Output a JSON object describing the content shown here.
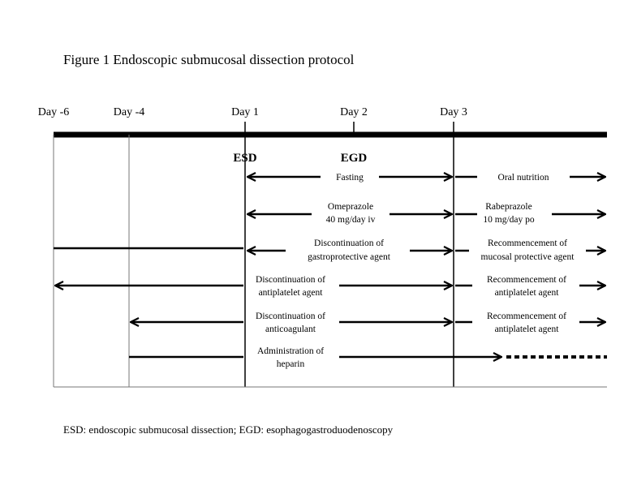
{
  "title": "Figure 1 Endoscopic submucosal dissection protocol",
  "footnote": "ESD: endoscopic submucosal dissection; EGD:  esophagogastroduodenoscopy",
  "days": [
    "Day -6",
    "Day -4",
    "Day 1",
    "Day 2",
    "Day 3"
  ],
  "events": {
    "esd": "ESD",
    "egd": "EGD"
  },
  "rows": [
    {
      "left": [
        "Fasting"
      ],
      "right": [
        "Oral nutrition"
      ]
    },
    {
      "left": [
        "Omeprazole",
        "40 mg/day  iv"
      ],
      "right": [
        "Rabeprazole",
        "10 mg/day  po"
      ]
    },
    {
      "left": [
        "Discontinuation  of",
        "gastroprotective  agent"
      ],
      "right": [
        "Recommencement  of",
        "mucosal protective  agent"
      ]
    },
    {
      "left": [
        "Discontinuation  of",
        "antiplatelet  agent"
      ],
      "right": [
        "Recommencement  of",
        "antiplatelet  agent"
      ]
    },
    {
      "left": [
        "Discontinuation  of",
        "anticoagulant"
      ],
      "right": [
        "Recommencement  of",
        "antiplatelet  agent"
      ]
    },
    {
      "left": [
        "Administration  of",
        "heparin"
      ],
      "right": []
    }
  ]
}
